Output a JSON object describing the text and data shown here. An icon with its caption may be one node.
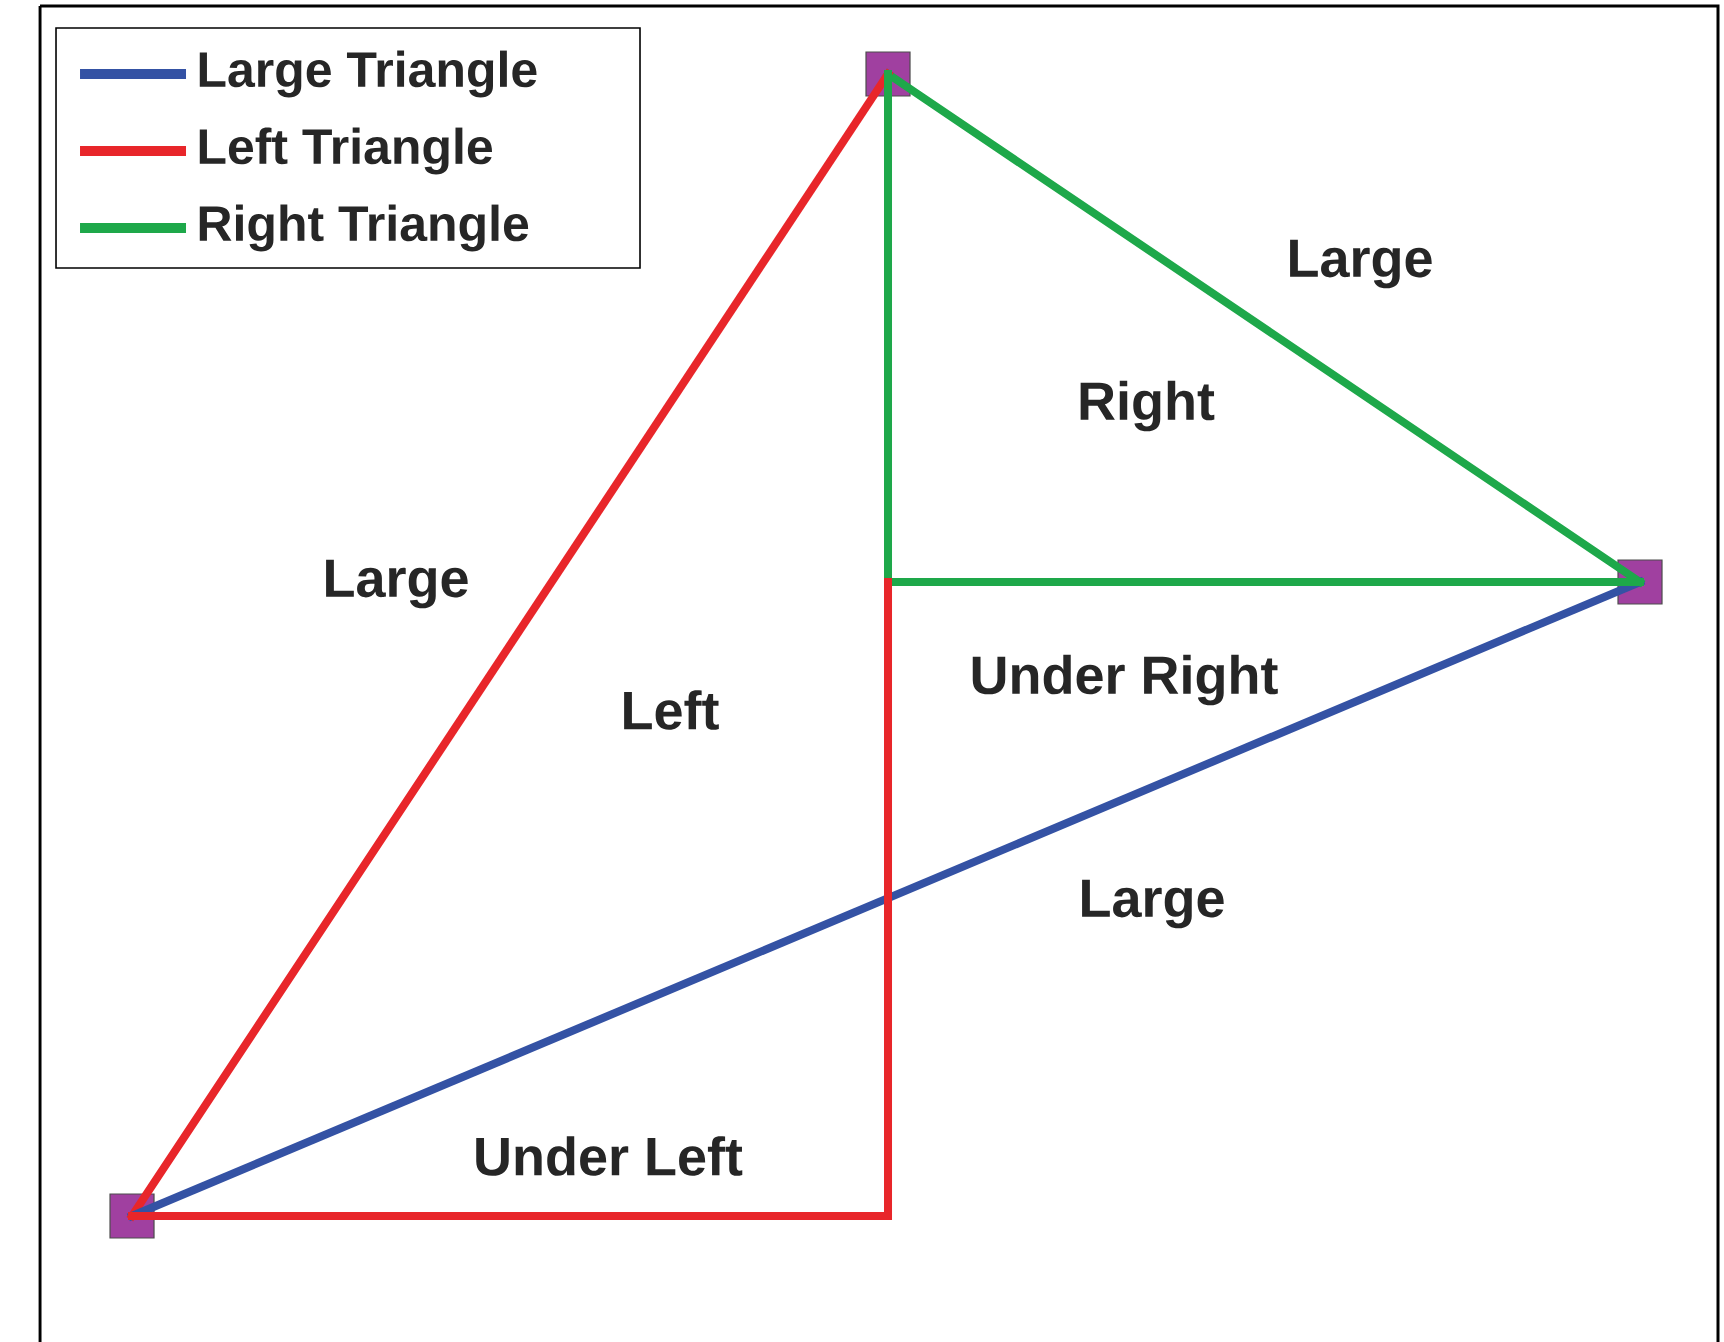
{
  "diagram": {
    "nodes": [
      {
        "text": [],
        "shape": "box"
      },
      {
        "text": [],
        "shape": "box"
      },
      {
        "text": [],
        "shape": "box"
      }
    ],
    "edges": [
      {
        "from": 0,
        "to": 1,
        "arrow": "none",
        "label": "Large",
        "color": "#1ea84a"
      },
      {
        "from": 0,
        "to": 2,
        "arrow": "none",
        "label": "Large",
        "color": "#e8262a"
      },
      {
        "from": 2,
        "to": 1,
        "arrow": "none",
        "label": "Large",
        "color": "#3452a4"
      },
      {
        "from": 0,
        "to": 1,
        "arrow": "none",
        "color": "#1ea84a"
      },
      {
        "from": 2,
        "to": null,
        "arrow": "none",
        "color": "#e8262a"
      }
    ],
    "labels": [
      "Right",
      "Left",
      "Under Right",
      "Under Left"
    ],
    "legend": [
      {
        "text": "Large Triangle",
        "color": "#3452a4"
      },
      {
        "text": "Left Triangle",
        "color": "#e8262a"
      },
      {
        "text": "Right Triangle",
        "color": "#1ea84a"
      }
    ]
  }
}
